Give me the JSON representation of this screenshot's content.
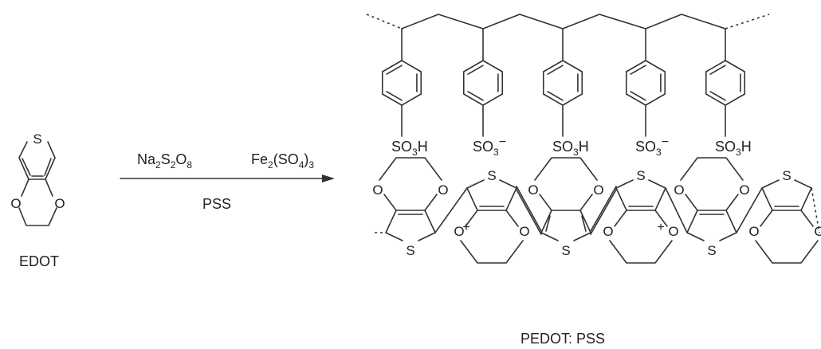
{
  "atoms": {
    "sulfur": "S",
    "oxygen": "O"
  },
  "edot": {
    "name": "EDOT"
  },
  "reaction": {
    "oxidant_1": {
      "base": "Na",
      "s1": "2",
      "mid": "S",
      "s2": "2",
      "end": "O",
      "s3": "8"
    },
    "oxidant_2": {
      "base": "Fe",
      "s1": "2",
      "open": "(SO",
      "s2": "4",
      "close": ")",
      "s3": "3"
    },
    "condition": "PSS"
  },
  "pss": {
    "acid_groups": [
      {
        "base": "SO",
        "sub": "3",
        "suffix": "H",
        "charge": ""
      },
      {
        "base": "SO",
        "sub": "3",
        "suffix": "",
        "charge": "−"
      },
      {
        "base": "SO",
        "sub": "3",
        "suffix": "H",
        "charge": ""
      },
      {
        "base": "SO",
        "sub": "3",
        "suffix": "",
        "charge": "−"
      },
      {
        "base": "SO",
        "sub": "3",
        "suffix": "H",
        "charge": ""
      }
    ]
  },
  "pedot": {
    "charges": [
      "+",
      "+"
    ]
  },
  "product": {
    "name": "PEDOT: PSS"
  }
}
